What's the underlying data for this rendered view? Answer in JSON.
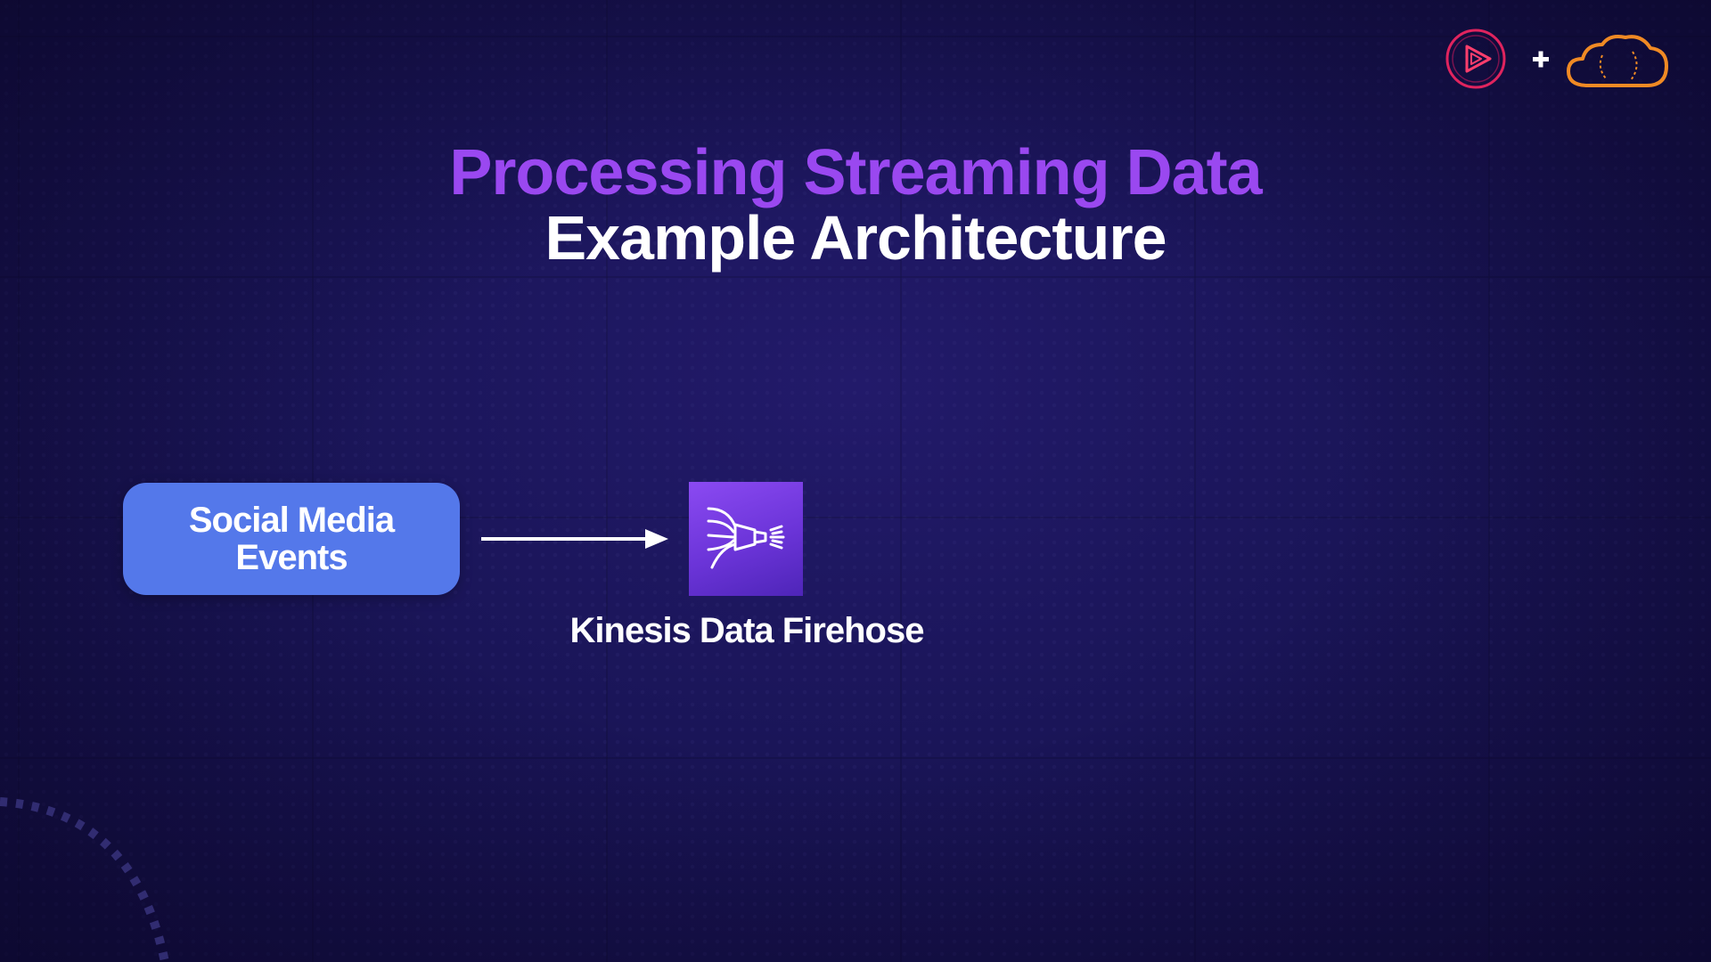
{
  "slide": {
    "title_line1": "Processing Streaming Data",
    "title_line2": "Example Architecture"
  },
  "diagram": {
    "source": {
      "line1": "Social Media",
      "line2": "Events"
    },
    "service": {
      "label": "Kinesis Data Firehose",
      "icon": "kinesis-firehose-icon"
    }
  },
  "branding": {
    "icons": [
      "play-logo-icon",
      "plus-icon",
      "cloud-logo-icon"
    ]
  },
  "colors": {
    "title_accent": "#9a48f0",
    "source_box": "#5478ea",
    "service_icon": "#7a3ee8",
    "logo_red": "#e0245e",
    "logo_orange": "#f08a24"
  }
}
